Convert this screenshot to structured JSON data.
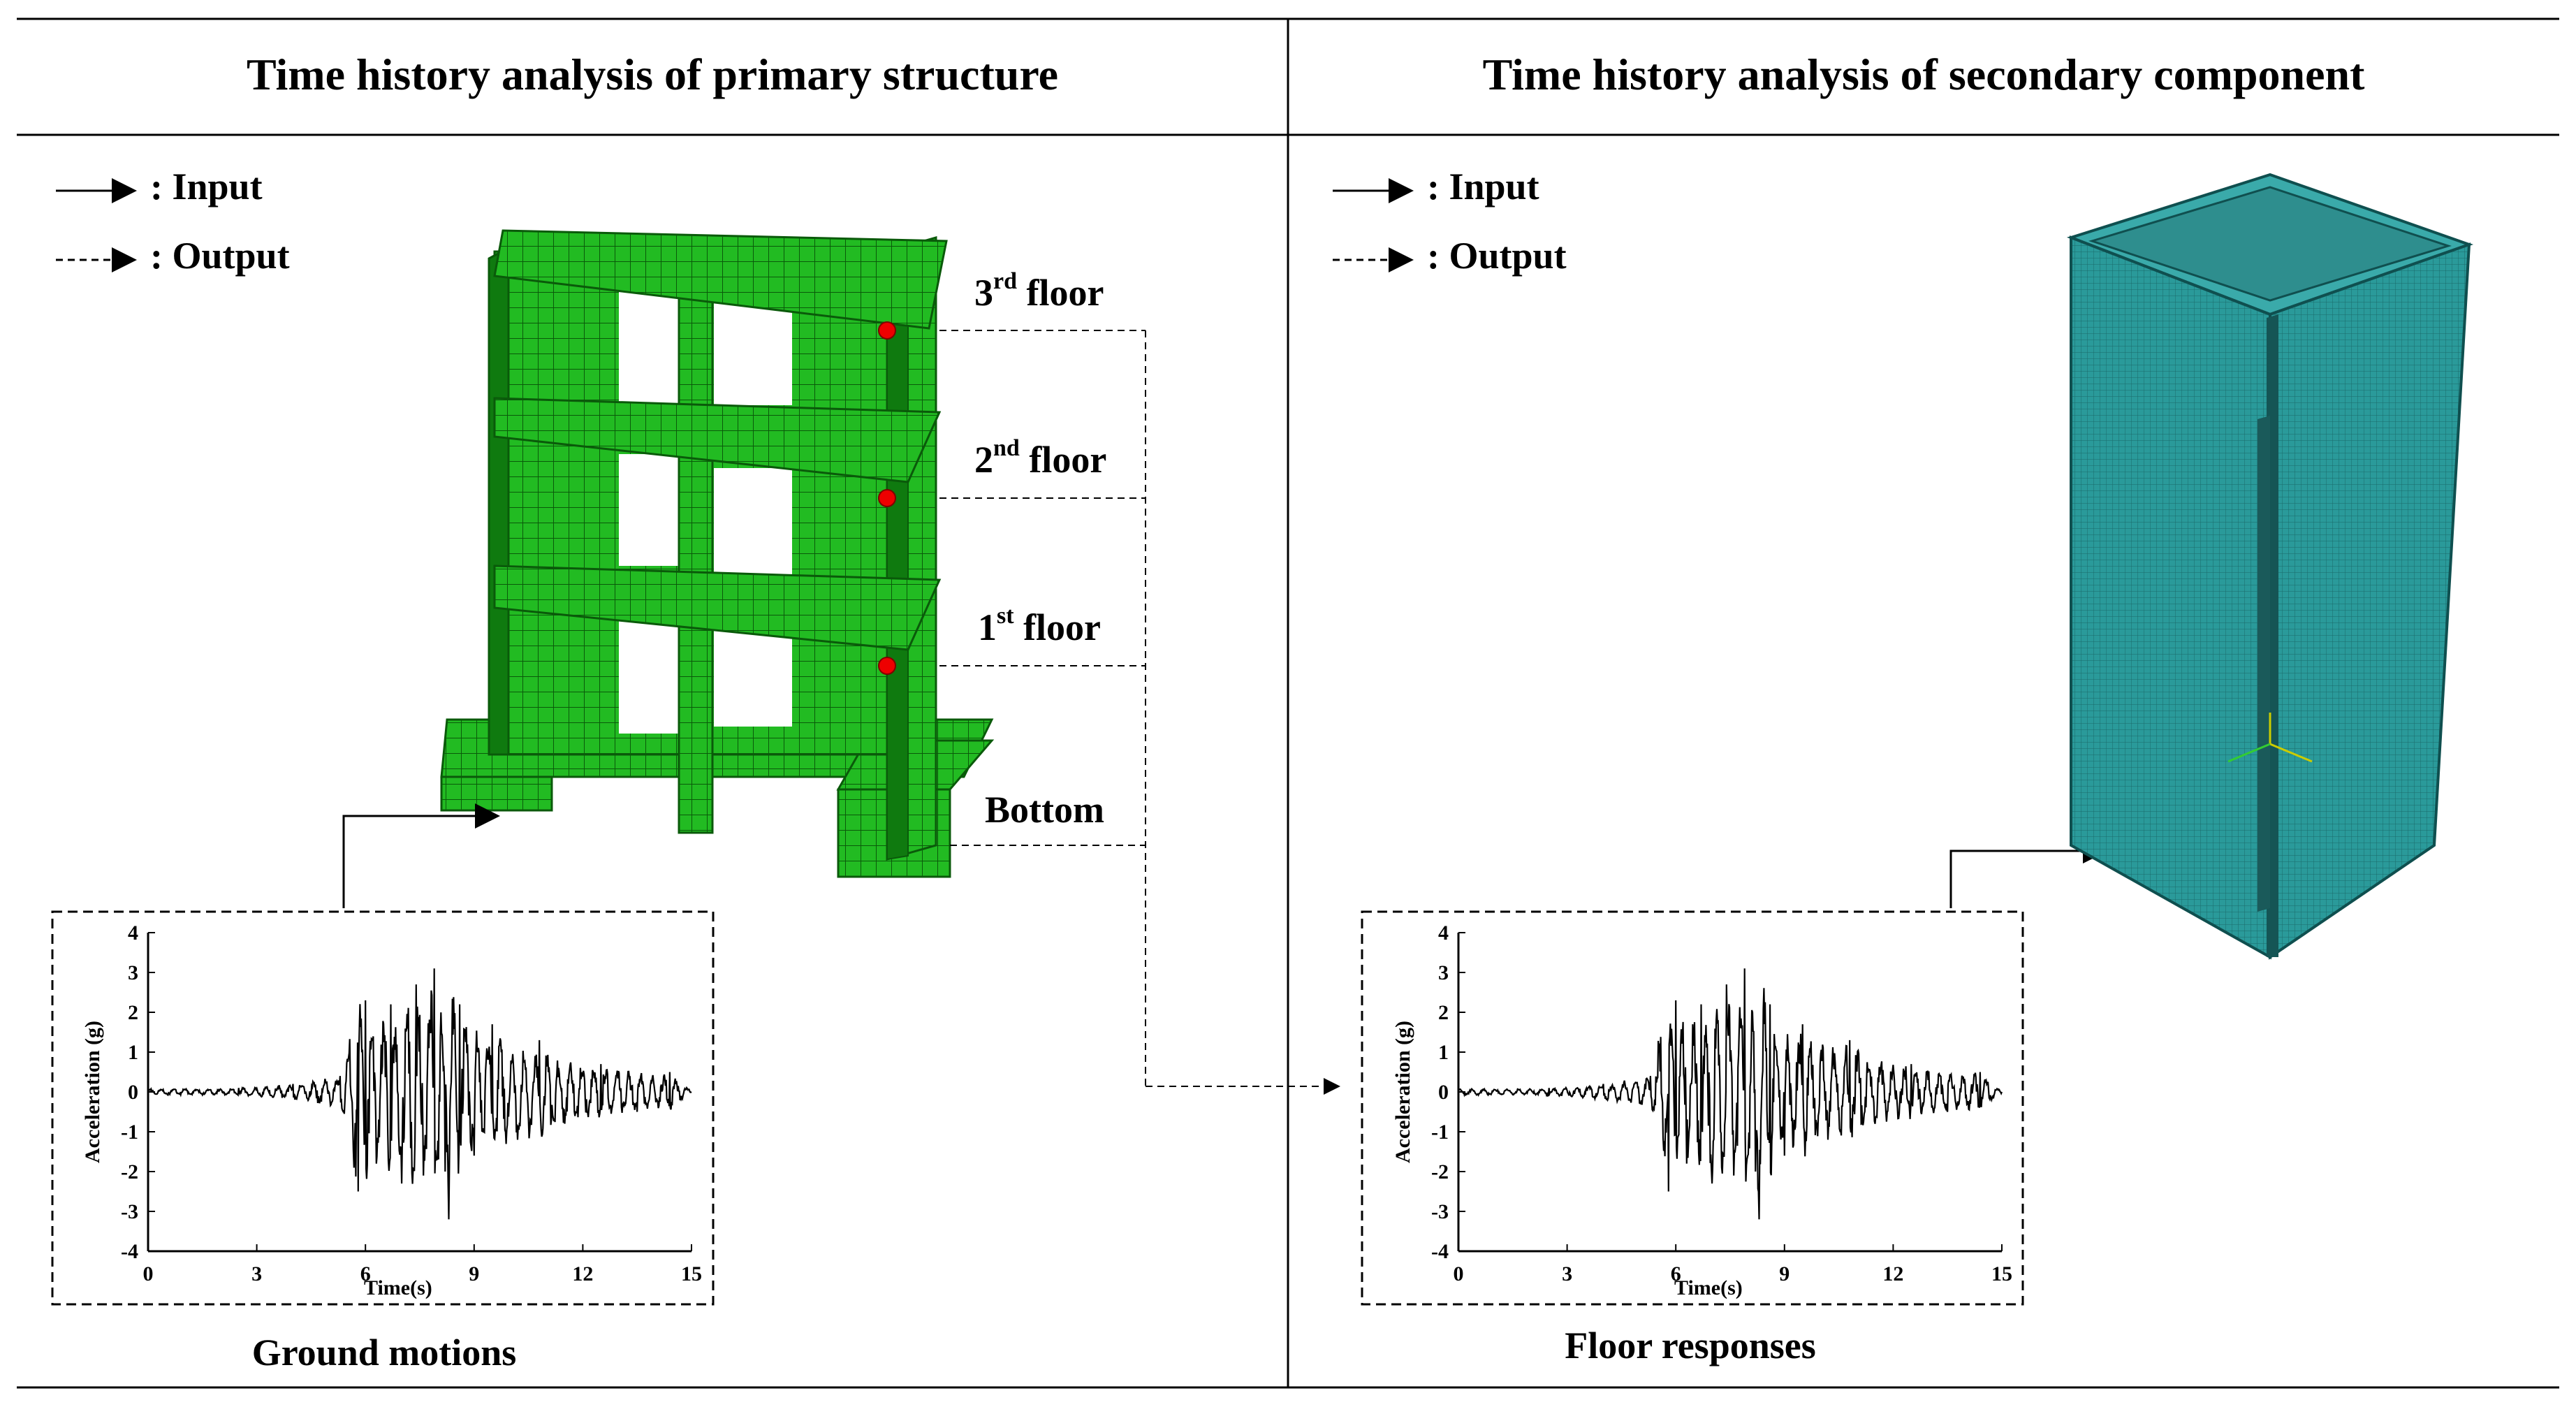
{
  "headers": {
    "left": "Time history analysis of primary structure",
    "right": "Time history analysis of secondary component"
  },
  "legend": {
    "input": ": Input",
    "output": ": Output"
  },
  "floors": {
    "third_base": "3",
    "third_sup": "rd",
    "third_word": " floor",
    "second_base": "2",
    "second_sup": "nd",
    "second_word": " floor",
    "first_base": "1",
    "first_sup": "st",
    "first_word": " floor",
    "bottom": "Bottom"
  },
  "captions": {
    "left": "Ground motions",
    "right": "Floor responses"
  },
  "colors": {
    "frame_green": "#22bb22",
    "mesh_dark": "#0a5a0a",
    "cabinet_teal": "#2a9a9a",
    "marker_red": "#ee0000"
  },
  "chart_data": [
    {
      "type": "line",
      "name": "ground-motion",
      "xlabel": "Time(s)",
      "ylabel": "Acceleration (g)",
      "xlim": [
        0,
        15
      ],
      "ylim": [
        -4,
        4
      ],
      "xticks": [
        "0",
        "3",
        "6",
        "9",
        "12",
        "15"
      ],
      "yticks": [
        "4",
        "3",
        "2",
        "1",
        "0",
        "-1",
        "-2",
        "-3",
        "-4"
      ],
      "peaks": [
        [
          0,
          0
        ],
        [
          2.5,
          0.1
        ],
        [
          4.0,
          0.2
        ],
        [
          5.3,
          0.4
        ],
        [
          5.8,
          -2.5
        ],
        [
          6.0,
          2.3
        ],
        [
          6.3,
          -1.8
        ],
        [
          6.7,
          2.2
        ],
        [
          7.0,
          -2.3
        ],
        [
          7.4,
          2.7
        ],
        [
          7.6,
          -2.1
        ],
        [
          7.9,
          3.1
        ],
        [
          8.2,
          -2.0
        ],
        [
          8.3,
          -3.2
        ],
        [
          8.6,
          2.2
        ],
        [
          9.0,
          -1.6
        ],
        [
          9.5,
          1.7
        ],
        [
          10.2,
          -1.2
        ],
        [
          10.8,
          1.3
        ],
        [
          11.5,
          -0.8
        ],
        [
          12.5,
          0.7
        ],
        [
          13.5,
          -0.5
        ],
        [
          14.4,
          0.5
        ],
        [
          15,
          0
        ]
      ]
    },
    {
      "type": "line",
      "name": "floor-response",
      "xlabel": "Time(s)",
      "ylabel": "Acceleration (g)",
      "xlim": [
        0,
        15
      ],
      "ylim": [
        -4,
        4
      ],
      "xticks": [
        "0",
        "3",
        "6",
        "9",
        "12",
        "15"
      ],
      "yticks": [
        "4",
        "3",
        "2",
        "1",
        "0",
        "-1",
        "-2",
        "-3",
        "-4"
      ],
      "peaks": [
        [
          0,
          0
        ],
        [
          2.5,
          0.1
        ],
        [
          4.0,
          0.2
        ],
        [
          5.3,
          0.4
        ],
        [
          5.8,
          -2.5
        ],
        [
          6.0,
          2.3
        ],
        [
          6.3,
          -1.8
        ],
        [
          6.7,
          2.2
        ],
        [
          7.0,
          -2.3
        ],
        [
          7.4,
          2.7
        ],
        [
          7.6,
          -2.1
        ],
        [
          7.9,
          3.1
        ],
        [
          8.2,
          -2.0
        ],
        [
          8.3,
          -3.2
        ],
        [
          8.6,
          2.2
        ],
        [
          9.0,
          -1.6
        ],
        [
          9.5,
          1.7
        ],
        [
          10.2,
          -1.2
        ],
        [
          10.8,
          1.3
        ],
        [
          11.5,
          -0.8
        ],
        [
          12.5,
          0.7
        ],
        [
          13.5,
          -0.5
        ],
        [
          14.4,
          0.5
        ],
        [
          15,
          0
        ]
      ]
    }
  ]
}
